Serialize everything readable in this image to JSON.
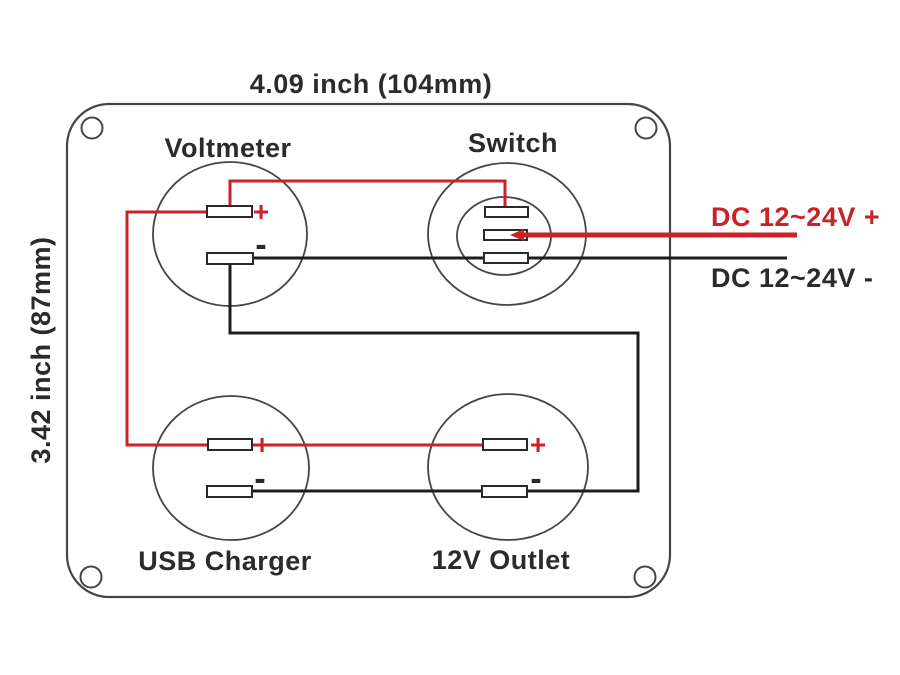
{
  "diagram": {
    "dimensions": {
      "width_label": "4.09 inch (104mm)",
      "height_label": "3.42 inch (87mm)"
    },
    "components": {
      "voltmeter": {
        "label": "Voltmeter"
      },
      "switch": {
        "label": "Switch"
      },
      "usb_charger": {
        "label": "USB Charger"
      },
      "outlet_12v": {
        "label": "12V Outlet"
      }
    },
    "terminals": {
      "plus": "+",
      "minus": "-"
    },
    "power_leads": {
      "positive": "DC 12~24V +",
      "negative": "DC 12~24V -"
    },
    "colors": {
      "positive": "#cb2228",
      "negative": "#1d1d1f",
      "outline": "#454545",
      "text": "#2b2b2d",
      "terminal_fill": "#ffffff",
      "terminal_border": "#2a2a2a"
    }
  }
}
